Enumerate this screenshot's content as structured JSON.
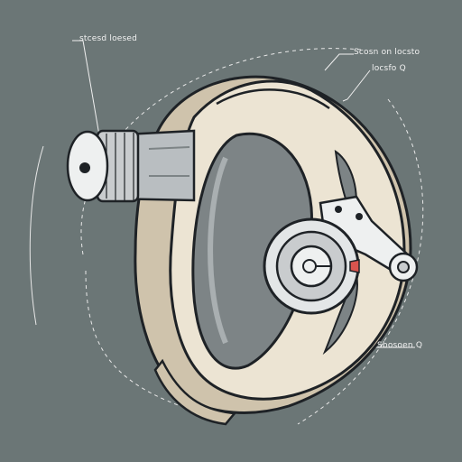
{
  "labels": {
    "top_left": "stcesd loesed",
    "top_right_1": "Scosn on locsto",
    "top_right_2": "locsfo  Q",
    "bottom_right": "Sbosoen  Q"
  },
  "colors": {
    "background": "#6b7676",
    "housing": "#ece4d3",
    "housing_shadow": "#cfc3ac",
    "metal": "#c9ccce",
    "metal_dark": "#7d8486",
    "outline": "#1e2226",
    "accent": "#d8544e"
  }
}
